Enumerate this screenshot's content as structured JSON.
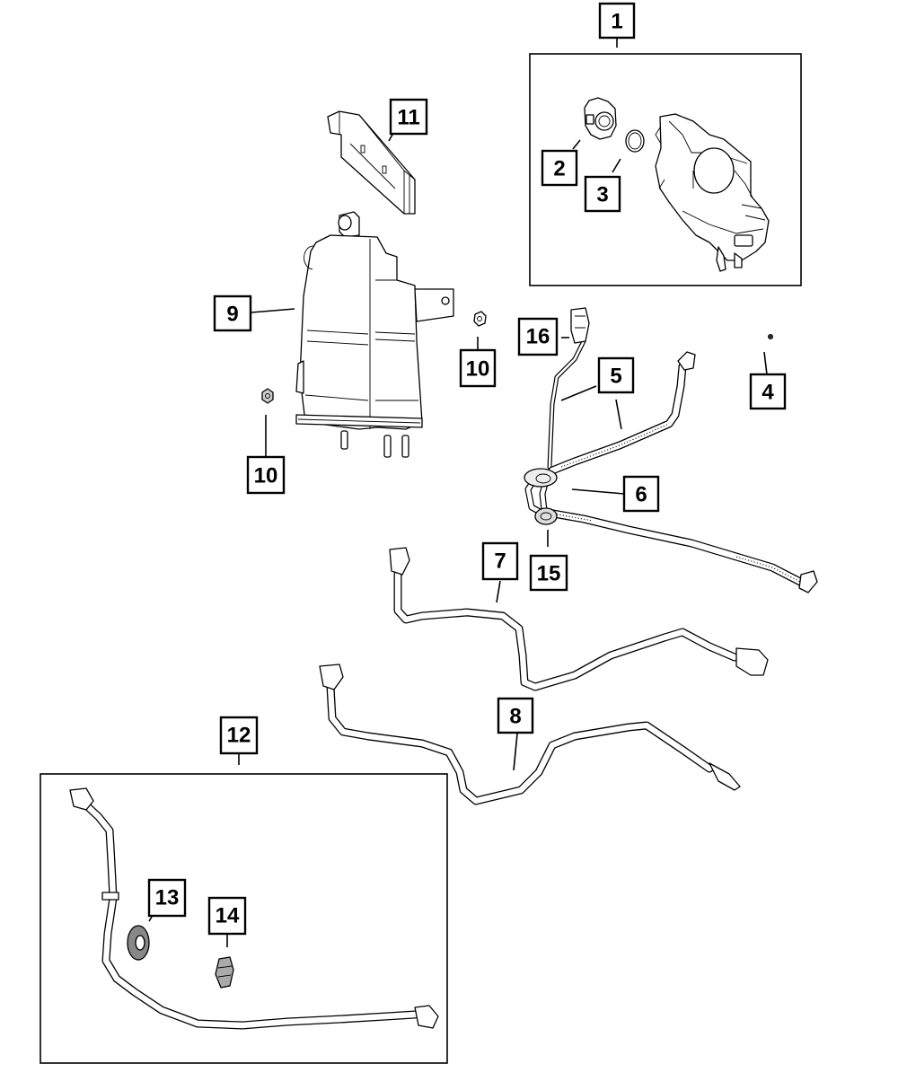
{
  "diagram": {
    "type": "exploded-parts-diagram",
    "subject": "Evaporative emission canister, vapor lines and hoses",
    "callouts": [
      {
        "id": "c1",
        "label": "1"
      },
      {
        "id": "c2",
        "label": "2"
      },
      {
        "id": "c3",
        "label": "3"
      },
      {
        "id": "c4",
        "label": "4"
      },
      {
        "id": "c5",
        "label": "5"
      },
      {
        "id": "c6",
        "label": "6"
      },
      {
        "id": "c7",
        "label": "7"
      },
      {
        "id": "c8",
        "label": "8"
      },
      {
        "id": "c9",
        "label": "9"
      },
      {
        "id": "c10a",
        "label": "10"
      },
      {
        "id": "c10b",
        "label": "10"
      },
      {
        "id": "c11",
        "label": "11"
      },
      {
        "id": "c12",
        "label": "12"
      },
      {
        "id": "c13",
        "label": "13"
      },
      {
        "id": "c14",
        "label": "14"
      },
      {
        "id": "c15",
        "label": "15"
      },
      {
        "id": "c16",
        "label": "16"
      }
    ],
    "groups": [
      {
        "callout": "1",
        "contains": [
          "2",
          "3"
        ],
        "description": "Leak detection pump assembly with connector and O-ring"
      },
      {
        "callout": "12",
        "contains": [
          "13",
          "14"
        ],
        "description": "Hose assembly with grommets"
      }
    ],
    "parts": [
      {
        "callout": "1",
        "name": "leak-detection-pump"
      },
      {
        "callout": "2",
        "name": "connector"
      },
      {
        "callout": "3",
        "name": "o-ring"
      },
      {
        "callout": "4",
        "name": "small-fastener"
      },
      {
        "callout": "5",
        "name": "vapor-line-harness"
      },
      {
        "callout": "6",
        "name": "grommet"
      },
      {
        "callout": "7",
        "name": "vapor-hose"
      },
      {
        "callout": "8",
        "name": "vapor-hose"
      },
      {
        "callout": "9",
        "name": "vapor-canister"
      },
      {
        "callout": "10",
        "name": "nut"
      },
      {
        "callout": "11",
        "name": "canister-bracket-cover"
      },
      {
        "callout": "12",
        "name": "hose-assembly"
      },
      {
        "callout": "13",
        "name": "grommet"
      },
      {
        "callout": "14",
        "name": "plug-grommet"
      },
      {
        "callout": "15",
        "name": "grommet"
      },
      {
        "callout": "16",
        "name": "electrical-connector"
      }
    ]
  }
}
